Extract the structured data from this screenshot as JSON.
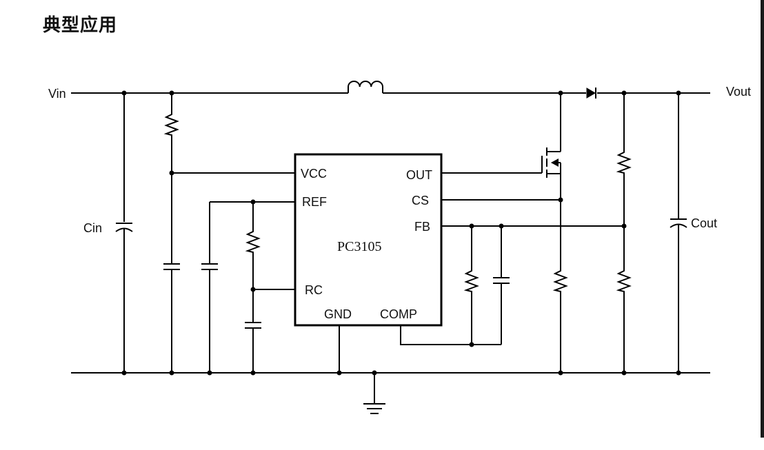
{
  "title": "典型应用",
  "chip": {
    "name": "PC3105",
    "pins": {
      "vcc": "VCC",
      "ref": "REF",
      "rc": "RC",
      "gnd": "GND",
      "comp": "COMP",
      "out": "OUT",
      "cs": "CS",
      "fb": "FB"
    }
  },
  "nets": {
    "vin": "Vin",
    "vout": "Vout",
    "cin": "Cin",
    "cout": "Cout"
  }
}
